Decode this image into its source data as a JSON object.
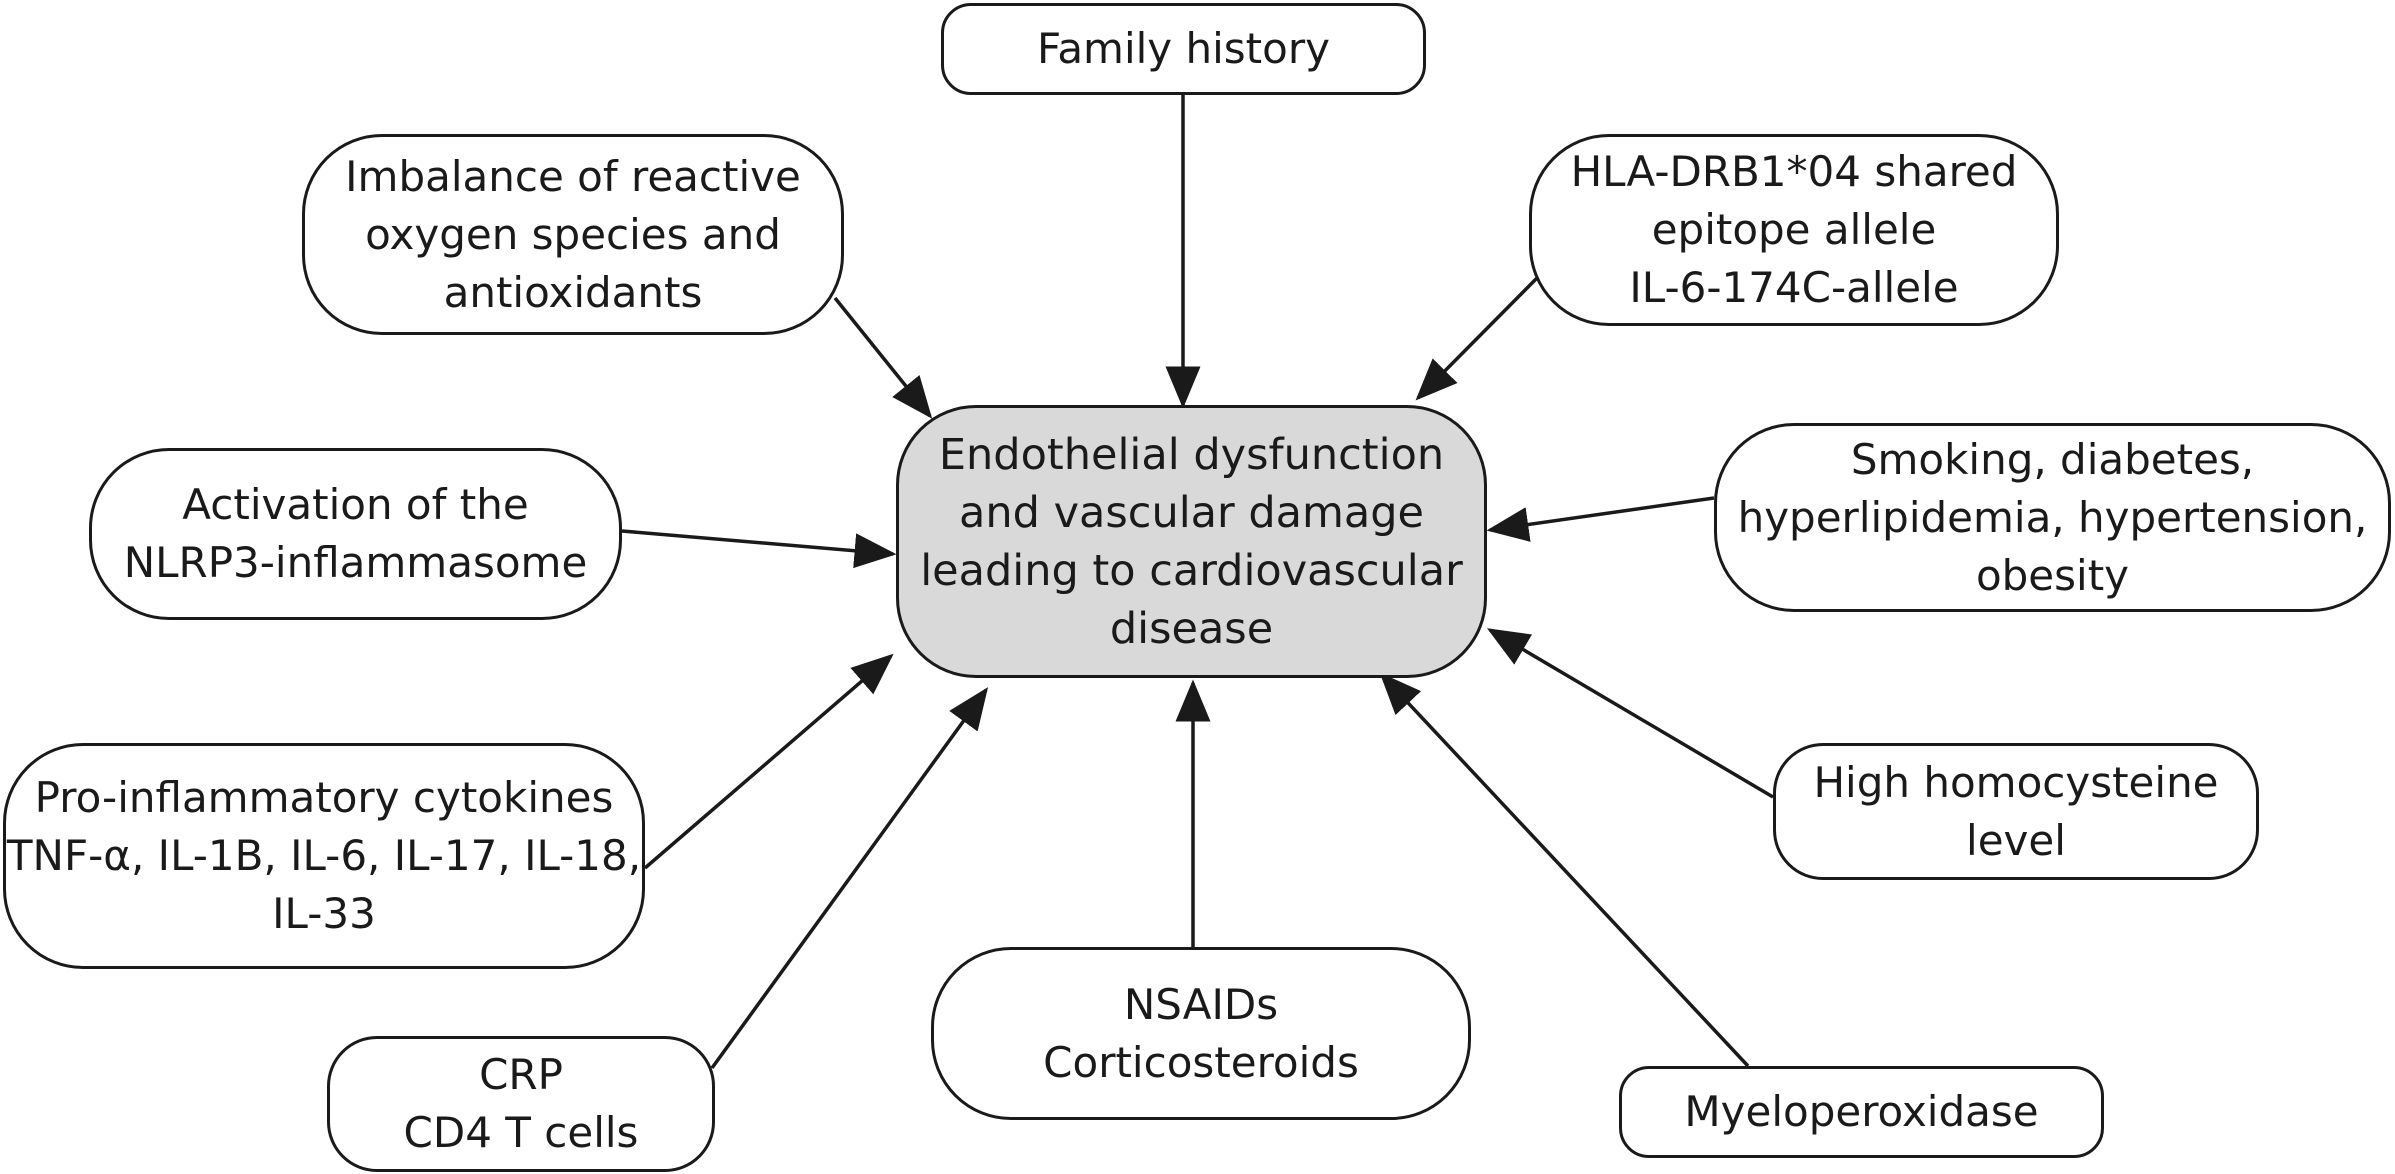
{
  "diagram": {
    "center": {
      "text": "Endothelial dysfunction\nand vascular damage\nleading to cardiovascular\ndisease",
      "fill": "#d9d9d9"
    },
    "factors": {
      "family_history": "Family history",
      "imbalance": "Imbalance of reactive\noxygen species and\nantioxidants",
      "hla": "HLA-DRB1*04 shared\nepitope allele\nIL-6-174C-allele",
      "nlrp3": "Activation of the\nNLRP3-inflammasome",
      "smoking": "Smoking, diabetes,\nhyperlipidemia, hypertension,\nobesity",
      "cytokines": "Pro-inflammatory cytokines\nTNF-α, IL-1B, IL-6, IL-17, IL-18,\nIL-33",
      "homocysteine": "High homocysteine\nlevel",
      "nsaids": "NSAIDs\nCorticosteroids",
      "crp": "CRP\nCD4 T cells",
      "myeloperoxidase": "Myeloperoxidase"
    },
    "colors": {
      "stroke": "#1a1a1a",
      "center_fill": "#d9d9d9",
      "box_fill": "#ffffff"
    }
  }
}
